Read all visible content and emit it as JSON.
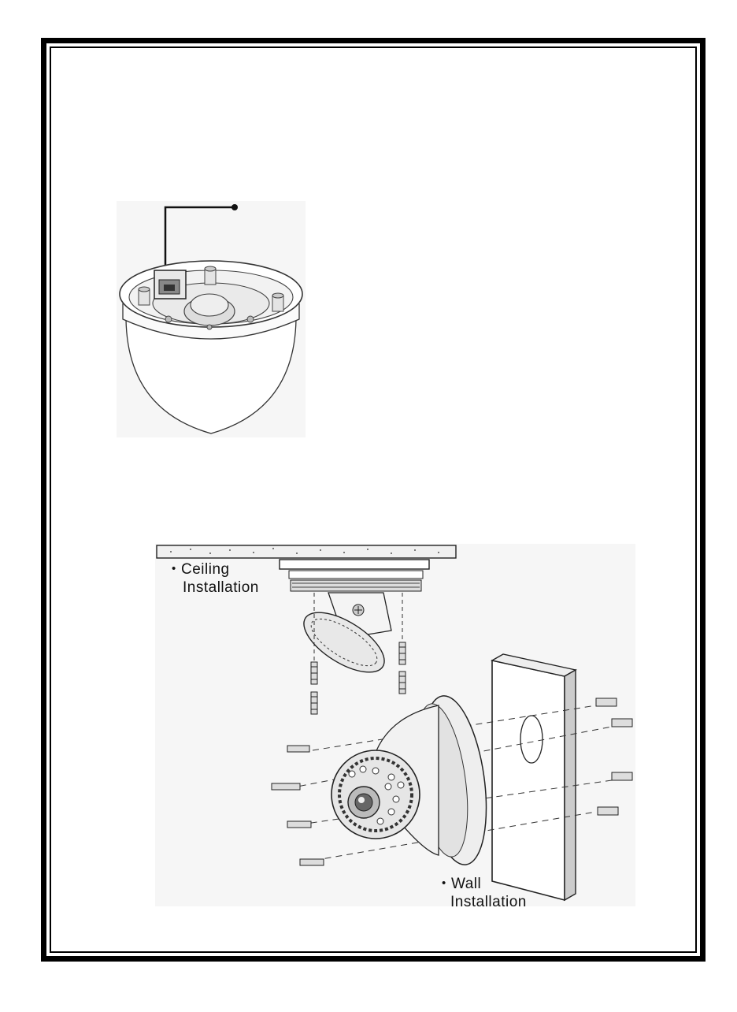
{
  "installation": {
    "ceiling_line1": "Ceiling",
    "ceiling_line2": "Installation",
    "wall_line1": "Wall",
    "wall_line2": "Installation",
    "bullet": "•"
  }
}
